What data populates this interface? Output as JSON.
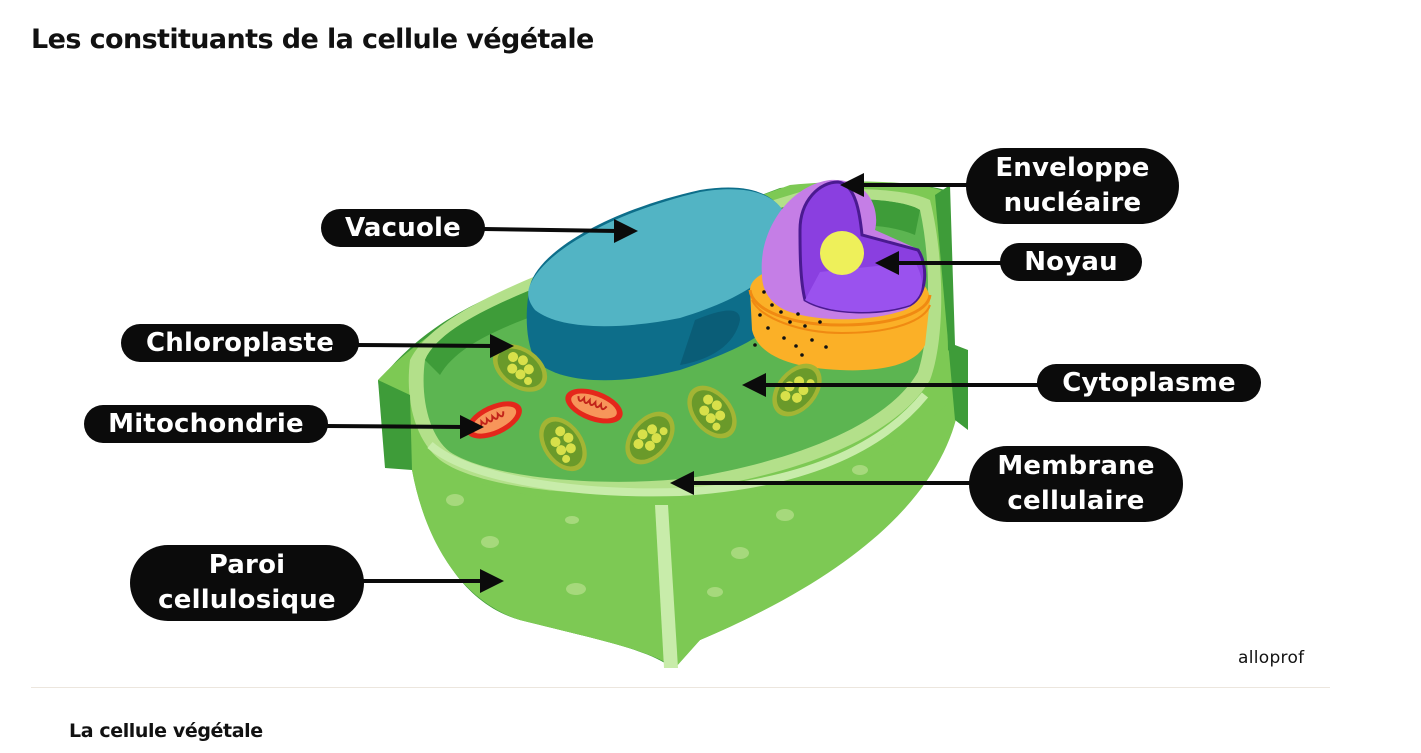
{
  "page": {
    "title": "Les constituants de la cellule végétale",
    "caption": "La cellule végétale",
    "brand": "alloprof"
  },
  "diagram": {
    "subject": "Cellule végétale",
    "labels": {
      "vacuole": "Vacuole",
      "chloroplaste": "Chloroplaste",
      "mitochondrie": "Mitochondrie",
      "paroi_line1": "Paroi",
      "paroi_line2": "cellulosique",
      "enveloppe_line1": "Enveloppe",
      "enveloppe_line2": "nucléaire",
      "noyau": "Noyau",
      "cytoplasme": "Cytoplasme",
      "membrane_line1": "Membrane",
      "membrane_line2": "cellulaire"
    },
    "colors": {
      "cell_wall": "#7dc954",
      "cell_wall_dark": "#3e9c39",
      "cell_wall_light": "#b3e08a",
      "cytoplasm": "#5cb551",
      "vacuole_top": "#52b4c4",
      "vacuole_side": "#0d6e8a",
      "nucleus_envelope": "#c57ee6",
      "nucleus_inner": "#8a3fe0",
      "nucleolus": "#eef05a",
      "reticulum": "#fbb027",
      "mitochondria": "#e4271b",
      "chloroplast": "#6a9a2a",
      "label_bg": "#0b0b0b"
    }
  }
}
